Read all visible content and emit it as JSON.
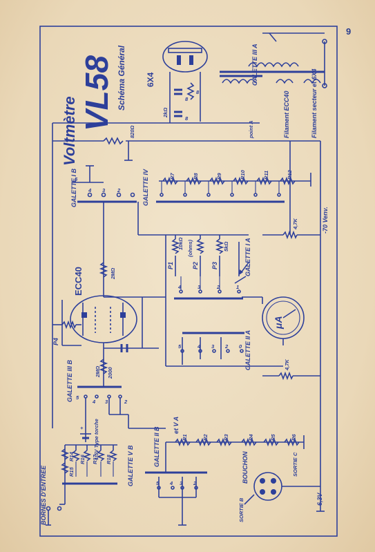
{
  "page_number": "9",
  "title": {
    "name": "Voltmètre",
    "model": "VL58",
    "subtitle": "Schéma Général"
  },
  "tubes": {
    "rectifier": "6X4",
    "amplifier": "ECC40"
  },
  "labels": {
    "galette_3a": "GALETTE III A",
    "galette_1b": "GALETTE I B",
    "galette_4": "GALETTE IV",
    "galette_1a": "GALETTE I A",
    "galette_2a": "GALETTE II A",
    "galette_3b": "GALETTE III B",
    "galette_2b": "GALETTE II B",
    "galette_5a": "et V A",
    "galette_5b": "GALETTE V B",
    "filament_ecc40": "Filament ECC40",
    "filament_6x4": "Filament secteur et 6X4",
    "point_a": "point A",
    "minus_70v": "-70 Venv.",
    "bornes": "BORNES D'ENTREE",
    "bouchon": "BOUCHON",
    "sortie_c": "SORTIE C",
    "sortie_b": "SORTIE B",
    "v63": "6,3V",
    "battery": "1,5V Type torche",
    "meter": "μA"
  },
  "components": {
    "r_2k": "2kΩ",
    "r_820": "820Ω",
    "r_2m_a": "2MΩ",
    "r_2m_b": "2MΩ",
    "r_2000": "2000",
    "r_4k7_a": "4,7K",
    "r_4k7_b": "4,7K",
    "c_8a": "8",
    "c_8b": "8",
    "c_8c": "8",
    "p1": "P1",
    "p2": "P2",
    "p3": "P3",
    "p4": "P4",
    "p1_val": "10kΩ",
    "p2_val": "(ohms)",
    "p3_val": "5kΩ",
    "r7": "R7",
    "r8": "R8",
    "r9": "R9",
    "r10": "R10",
    "r11": "R11",
    "r12": "R12",
    "r1": "R1",
    "r2": "R2",
    "r3": "R3",
    "r4": "R4",
    "r5": "R5",
    "r6": "R6",
    "r14": "R14",
    "r15": "R15",
    "r16": "R16",
    "r17": "R17",
    "r18": "R18"
  },
  "switch_positions": {
    "g1b": [
      "5",
      "4",
      "3",
      "2"
    ],
    "g3b": [
      "5",
      "4",
      "3",
      "2"
    ],
    "g2b": [
      "5",
      "4",
      "3",
      "2"
    ],
    "g2a": [
      "5",
      "4",
      "3",
      "2",
      "0"
    ],
    "g1a": [
      "4",
      "3",
      "2",
      "1"
    ]
  }
}
